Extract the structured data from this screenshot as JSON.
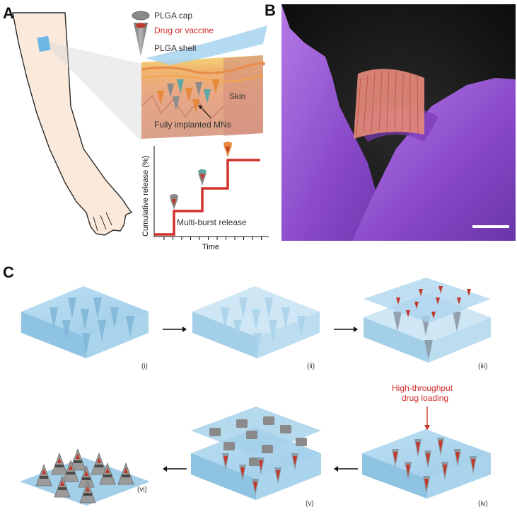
{
  "panels": {
    "a": "A",
    "b": "B",
    "c": "C"
  },
  "panel_a": {
    "legend_cap": "PLGA cap",
    "legend_drug": "Drug or vaccine",
    "legend_shell": "PLGA shell",
    "skin_label": "Skin",
    "implant_label": "Fully implanted MNs",
    "chart": {
      "ylabel": "Cumulative release (%)",
      "xlabel": "Time",
      "annotation": "Multi-burst release"
    }
  },
  "panel_c": {
    "steps": [
      "(i)",
      "(ii)",
      "(iii)",
      "(iv)",
      "(v)",
      "(vi)"
    ],
    "loading_line1": "High-throughput",
    "loading_line2": "drug loading"
  },
  "colors": {
    "plga": "#7a7a7a",
    "drug": "#c0392b",
    "mold": "#9fd0ea",
    "release_line": "#d0312d",
    "glove": "#8a4fc9"
  }
}
